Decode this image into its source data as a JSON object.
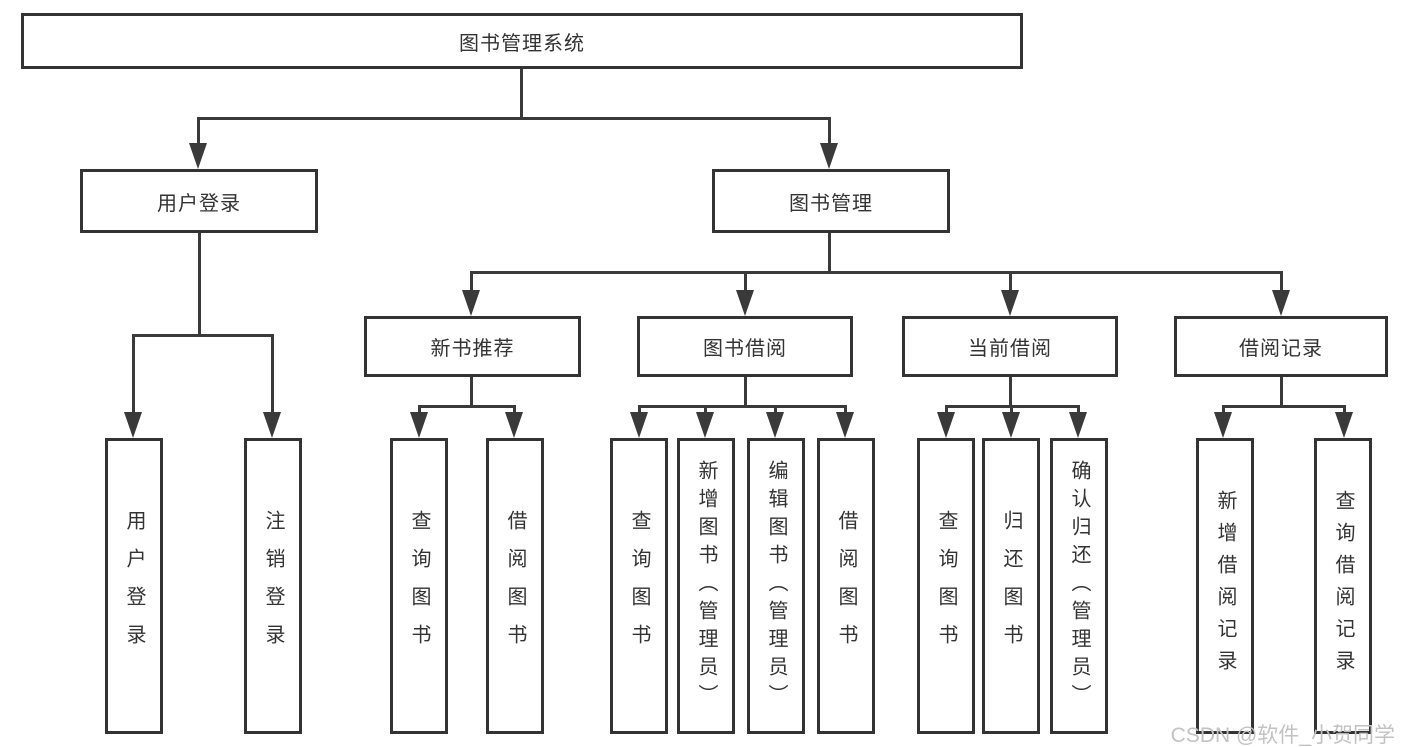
{
  "diagram": {
    "type": "tree",
    "title": "图书管理系统",
    "nodes": {
      "root": {
        "label": "图书管理系统",
        "children": [
          "user-login",
          "book-management"
        ]
      },
      "user-login": {
        "label": "用户登录",
        "children": [
          "leaf-user-login",
          "leaf-logout"
        ]
      },
      "book-management": {
        "label": "图书管理",
        "children": [
          "new-book-recommend",
          "book-borrow",
          "current-borrow",
          "borrow-records"
        ]
      },
      "new-book-recommend": {
        "label": "新书推荐",
        "children": [
          "nbr-query-book",
          "nbr-borrow-book"
        ]
      },
      "book-borrow": {
        "label": "图书借阅",
        "children": [
          "bb-query-book",
          "bb-add-book",
          "bb-edit-book",
          "bb-borrow-book"
        ]
      },
      "current-borrow": {
        "label": "当前借阅",
        "children": [
          "cb-query-book",
          "cb-return-book",
          "cb-confirm-return"
        ]
      },
      "borrow-records": {
        "label": "借阅记录",
        "children": [
          "br-add-record",
          "br-query-record"
        ]
      },
      "leaf-user-login": {
        "label": "用户登录"
      },
      "leaf-logout": {
        "label": "注销登录"
      },
      "nbr-query-book": {
        "label": "查询图书"
      },
      "nbr-borrow-book": {
        "label": "借阅图书"
      },
      "bb-query-book": {
        "label": "查询图书"
      },
      "bb-add-book": {
        "label": "新增图书（管理员）"
      },
      "bb-edit-book": {
        "label": "编辑图书（管理员）"
      },
      "bb-borrow-book": {
        "label": "借阅图书"
      },
      "cb-query-book": {
        "label": "查询图书"
      },
      "cb-return-book": {
        "label": "归还图书"
      },
      "cb-confirm-return": {
        "label": "确认归还（管理员）"
      },
      "br-add-record": {
        "label": "新增借阅记录"
      },
      "br-query-record": {
        "label": "查询借阅记录"
      }
    }
  },
  "watermark": {
    "text": "CSDN @软件_小贺同学"
  },
  "colors": {
    "line": "#3a3a3a",
    "box_border": "#333333",
    "text": "#333333",
    "background": "#ffffff",
    "watermark": "#c2c2c2"
  }
}
